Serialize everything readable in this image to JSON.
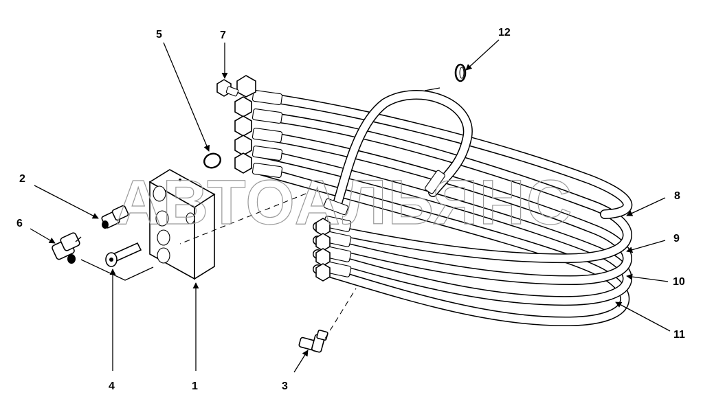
{
  "watermark": "АВТОАЛЬЯНС",
  "callouts": {
    "c1": "1",
    "c2": "2",
    "c3": "3",
    "c4": "4",
    "c5": "5",
    "c6": "6",
    "c7": "7",
    "c8": "8",
    "c9": "9",
    "c10": "10",
    "c11": "11",
    "c12": "12"
  }
}
